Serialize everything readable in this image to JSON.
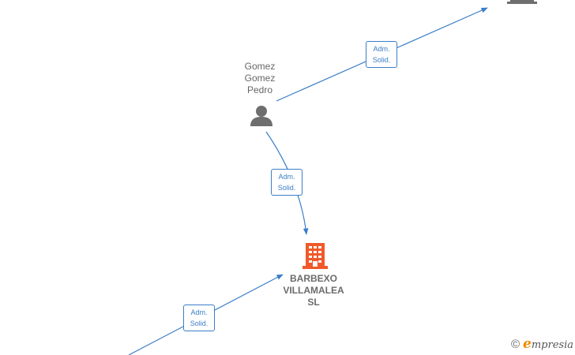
{
  "colors": {
    "edge": "#3b7ec8",
    "person": "#6e6e6e",
    "company_main": "#f05a2a",
    "company_other": "#6e6e6e"
  },
  "edges": [
    {
      "label_line1": "Adm.",
      "label_line2": "Solid."
    },
    {
      "label_line1": "Adm.",
      "label_line2": "Solid."
    },
    {
      "label_line1": "Adm.",
      "label_line2": "Solid."
    }
  ],
  "nodes": {
    "person": {
      "name_lines": [
        "Gomez",
        "Gomez",
        "Pedro"
      ],
      "icon": "person-icon"
    },
    "company": {
      "name_lines": [
        "BARBEXO",
        "VILLAMALEA",
        "SL"
      ],
      "icon": "building-icon"
    },
    "offscreen_company": {
      "icon": "building-icon"
    }
  },
  "brand": {
    "copyright": "©",
    "initial": "e",
    "rest": "mpresia"
  }
}
